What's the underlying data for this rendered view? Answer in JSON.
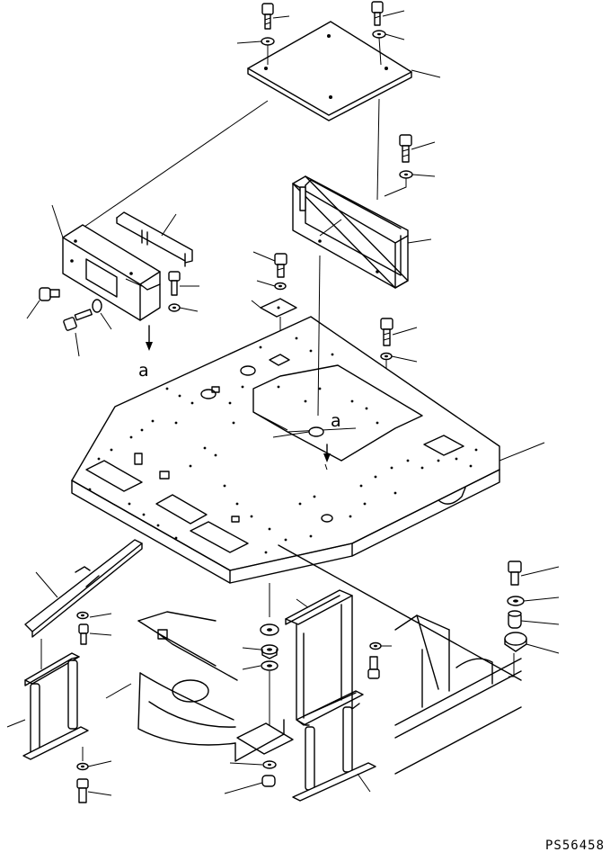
{
  "labels": {
    "view_mark_left": "a",
    "view_mark_center": "a"
  },
  "drawing_code": "PS56458",
  "colors": {
    "ink": "#000000",
    "paper": "#ffffff"
  }
}
